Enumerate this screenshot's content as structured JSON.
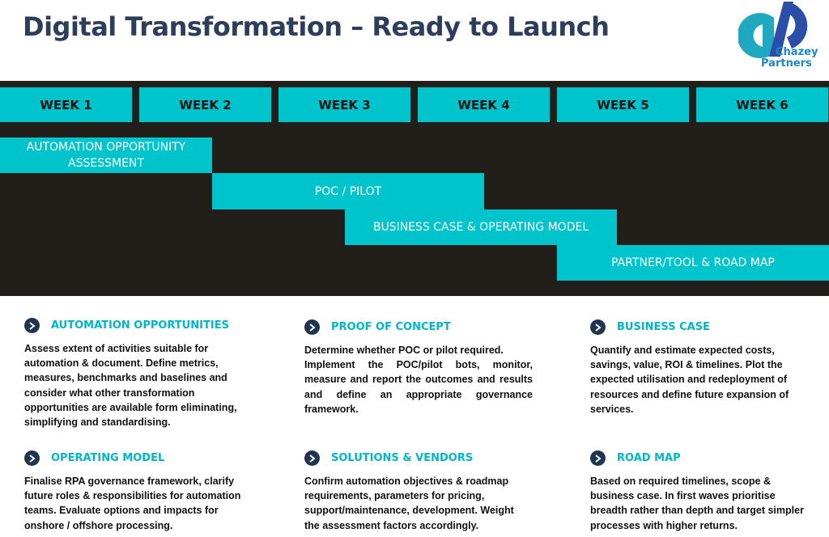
{
  "title": "Digital Transformation – Ready to Launch",
  "logo": {
    "line1": "Chazey",
    "line2": "Partners"
  },
  "weeks": [
    "WEEK 1",
    "WEEK 2",
    "WEEK 3",
    "WEEK 4",
    "WEEK 5",
    "WEEK 6"
  ],
  "phases": [
    {
      "line1": "AUTOMATION OPPORTUNITY",
      "line2": "ASSESSMENT"
    },
    {
      "label": "POC / PILOT"
    },
    {
      "label": "BUSINESS CASE & OPERATING MODEL"
    },
    {
      "label": "PARTNER/TOOL & ROAD MAP"
    }
  ],
  "cards": [
    {
      "title": "AUTOMATION OPPORTUNITIES",
      "body": "Assess extent of activities suitable for automation & document.  Define metrics, measures, benchmarks and baselines and consider what other transformation opportunities are available form eliminating, simplifying and standardising."
    },
    {
      "title": "PROOF OF CONCEPT",
      "line1": "Determine whether POC or pilot required.",
      "body": "Implement the POC/pilot bots, monitor, measure and report the outcomes and results and define an appropriate governance framework."
    },
    {
      "title": "BUSINESS CASE",
      "body": "Quantify and estimate expected costs, savings, value, ROI & timelines.  Plot the expected utilisation and redeployment of resources and define future expansion of services."
    },
    {
      "title": "OPERATING MODEL",
      "body": "Finalise RPA governance framework, clarify future roles & responsibilities for automation teams.  Evaluate options and impacts for onshore / offshore processing."
    },
    {
      "title": "SOLUTIONS & VENDORS",
      "body": "Confirm automation objectives & roadmap requirements, parameters for pricing, support/maintenance, development.  Weight the assessment factors accordingly."
    },
    {
      "title": "ROAD MAP",
      "body": "Based on required timelines, scope & business case. In first waves prioritise breadth rather than depth and target simpler processes with higher returns."
    }
  ],
  "colors": {
    "title": "#2d3e5a",
    "accent": "#00c4cc",
    "band": "#221e19",
    "heading": "#00b6c6",
    "chevron": "#1f3550"
  }
}
